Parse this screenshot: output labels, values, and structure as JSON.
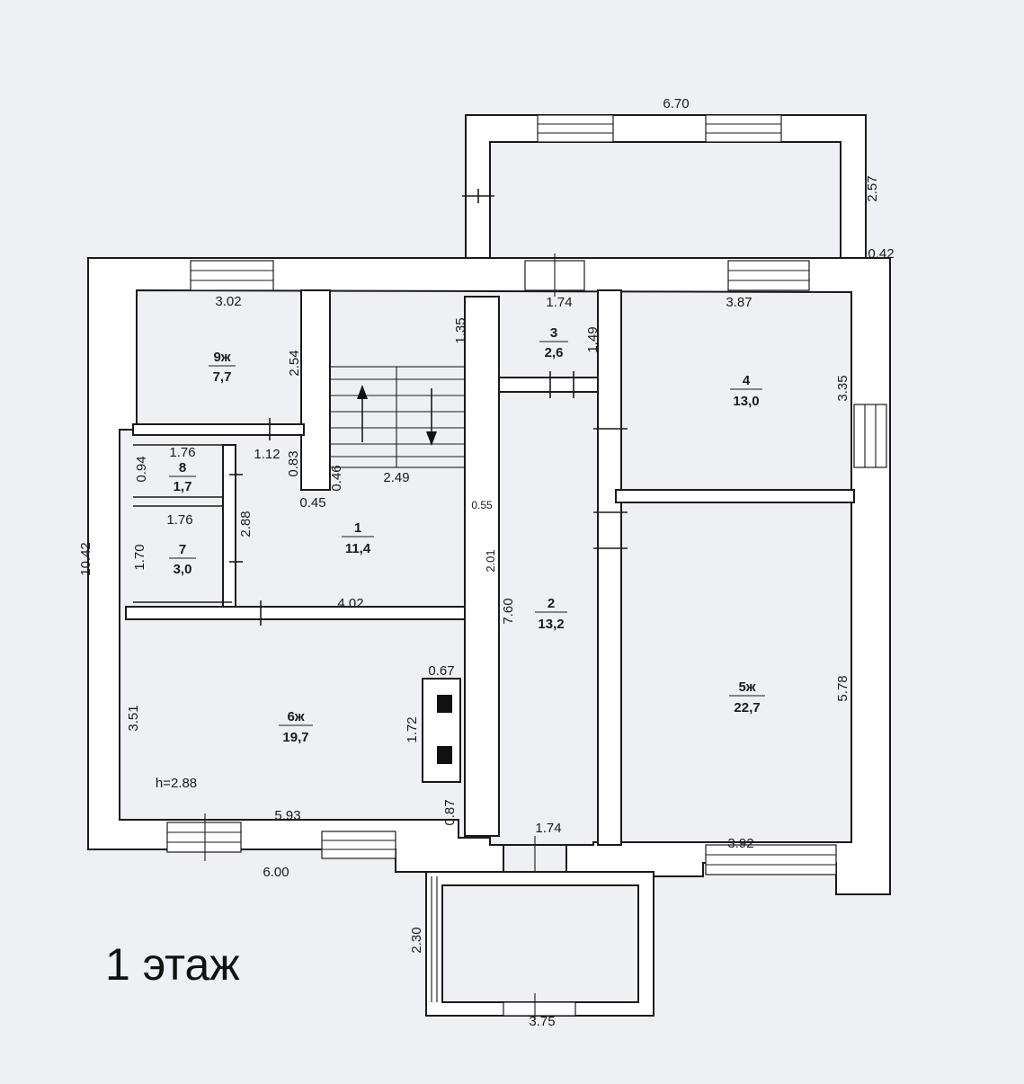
{
  "floor_label": "1 этаж",
  "ceiling_height": "h=2.88",
  "rooms": [
    {
      "id": "1",
      "number": "1",
      "area": "11,4"
    },
    {
      "id": "2",
      "number": "2",
      "area": "13,2"
    },
    {
      "id": "3",
      "number": "3",
      "area": "2,6"
    },
    {
      "id": "4",
      "number": "4",
      "area": "13,0"
    },
    {
      "id": "5",
      "number": "5ж",
      "area": "22,7"
    },
    {
      "id": "6",
      "number": "6ж",
      "area": "19,7"
    },
    {
      "id": "7",
      "number": "7",
      "area": "3,0"
    },
    {
      "id": "8",
      "number": "8",
      "area": "1,7"
    },
    {
      "id": "9",
      "number": "9ж",
      "area": "7,7"
    }
  ],
  "dimensions": {
    "top_annex_width": "6.70",
    "top_annex_depth": "2.57",
    "wall_thickness": "0.42",
    "room9_width": "3.02",
    "room9_depth": "2.54",
    "stair_top": "1.35",
    "room3_width": "1.74",
    "room3_depth": "1.49",
    "room4_width": "3.87",
    "room4_depth": "3.35",
    "room8_width": "1.76",
    "room8_depth": "0.94",
    "door_1_12": "1.12",
    "stair_0_83": "0.83",
    "stair_0_46": "0.46",
    "stair_0_45": "0.45",
    "stair_width": "2.49",
    "corridor_0_55": "0.55",
    "room7_width": "1.76",
    "room7_depth": "1.70",
    "room1_depth": "2.88",
    "corridor_2_01": "2.01",
    "overall_depth": "10.42",
    "room1_width": "4.02",
    "corridor_length": "7.60",
    "stove_width": "0.67",
    "room6_depth": "3.51",
    "stove_depth": "1.72",
    "room5_depth": "5.78",
    "wall_0_87": "0.87",
    "room6_width": "5.93",
    "door_bottom": "1.74",
    "room5_width": "3.92",
    "outer_bottom": "6.00",
    "porch_depth": "2.30",
    "porch_width": "3.75"
  }
}
